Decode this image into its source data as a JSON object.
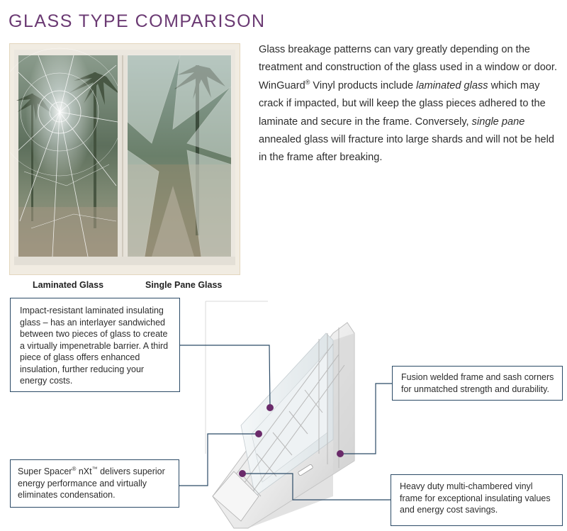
{
  "page": {
    "title": "GLASS TYPE COMPARISON"
  },
  "photo": {
    "left_caption": "Laminated Glass",
    "right_caption": "Single Pane Glass"
  },
  "intro": {
    "p1": "Glass breakage patterns can vary greatly depending on the treatment and construction of the glass used in a window or door. WinGuard",
    "reg": "®",
    "p2": " Vinyl products include ",
    "em1": "laminated glass",
    "p3": " which may crack if impacted, but will keep the glass pieces adhered to the laminate and secure in the frame. Conversely, ",
    "em2": "single pane",
    "p4": " annealed glass will fracture into large shards and will not be held in the frame after breaking."
  },
  "callouts": {
    "laminated_insulating": "Impact-resistant laminated insulating glass – has an interlayer sandwiched between two pieces of glass to create a virtually impenetrable barrier. A third piece of glass offers enhanced insulation, further reducing your energy costs.",
    "super_spacer": {
      "a": "Super Spacer",
      "reg": "®",
      "b": " nXt",
      "tm": "™",
      "c": " delivers superior energy performance and virtually eliminates condensation."
    },
    "fusion_welded": "Fusion welded frame and sash corners for unmatched strength and durability.",
    "multi_chambered": "Heavy duty multi-chambered vinyl frame for exceptional insulating values and energy cost savings."
  },
  "colors": {
    "title": "#6b3a73",
    "callout_border": "#2b4a66",
    "marker_dot": "#6a2a6a"
  }
}
